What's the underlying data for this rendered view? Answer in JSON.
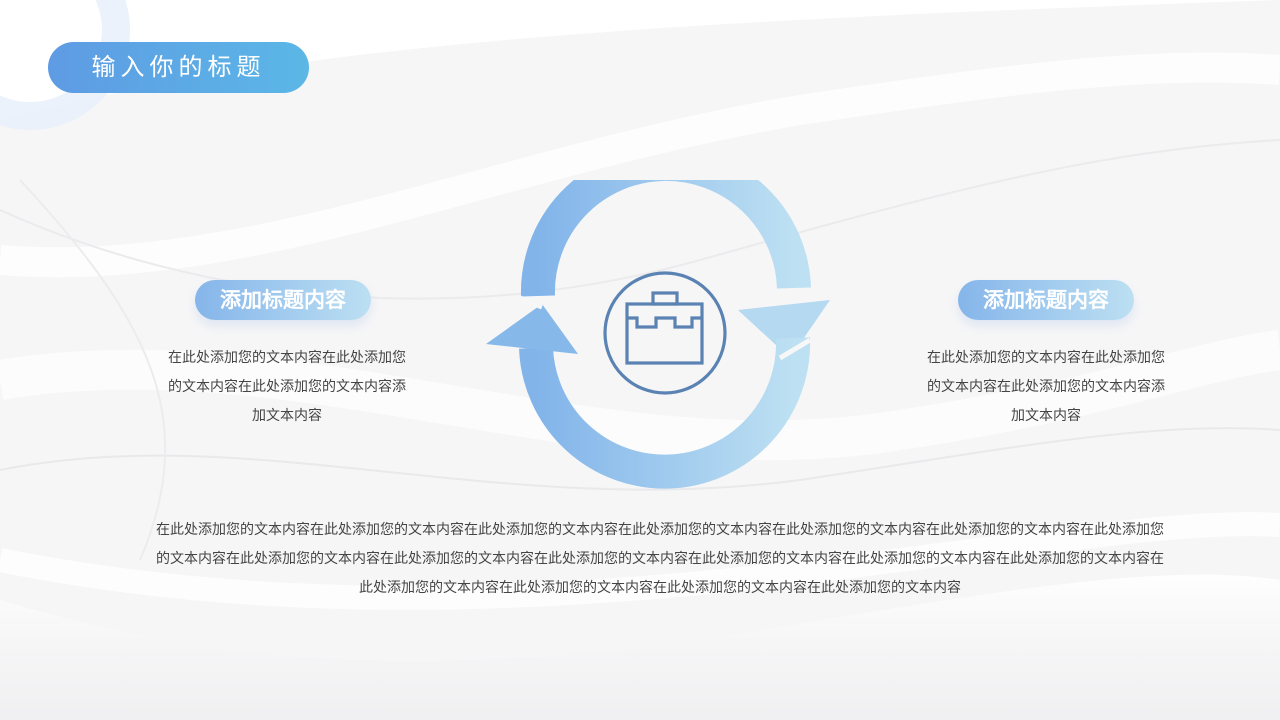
{
  "slide": {
    "title": "输入你的标题",
    "colors": {
      "title_gradient_start": "#5e9be4",
      "title_gradient_end": "#5bb7e6",
      "arrow_dark": "#82b4ea",
      "arrow_light": "#bde0f2",
      "icon_stroke": "#5a82b2",
      "body_text": "#444444"
    },
    "left_block": {
      "heading": "添加标题内容",
      "body": "在此处添加您的文本内容在此处添加您的文本内容在此处添加您的文本内容添加文本内容"
    },
    "right_block": {
      "heading": "添加标题内容",
      "body": "在此处添加您的文本内容在此处添加您的文本内容在此处添加您的文本内容添加文本内容"
    },
    "center_graphic": {
      "type": "cycle-arrows",
      "icon": "briefcase-icon"
    },
    "bottom_paragraph": "在此处添加您的文本内容在此处添加您的文本内容在此处添加您的文本内容在此处添加您的文本内容在此处添加您的文本内容在此处添加您的文本内容在此处添加您的文本内容在此处添加您的文本内容在此处添加您的文本内容在此处添加您的文本内容在此处添加您的文本内容在此处添加您的文本内容在此处添加您的文本内容在此处添加您的文本内容在此处添加您的文本内容在此处添加您的文本内容在此处添加您的文本内容"
  }
}
